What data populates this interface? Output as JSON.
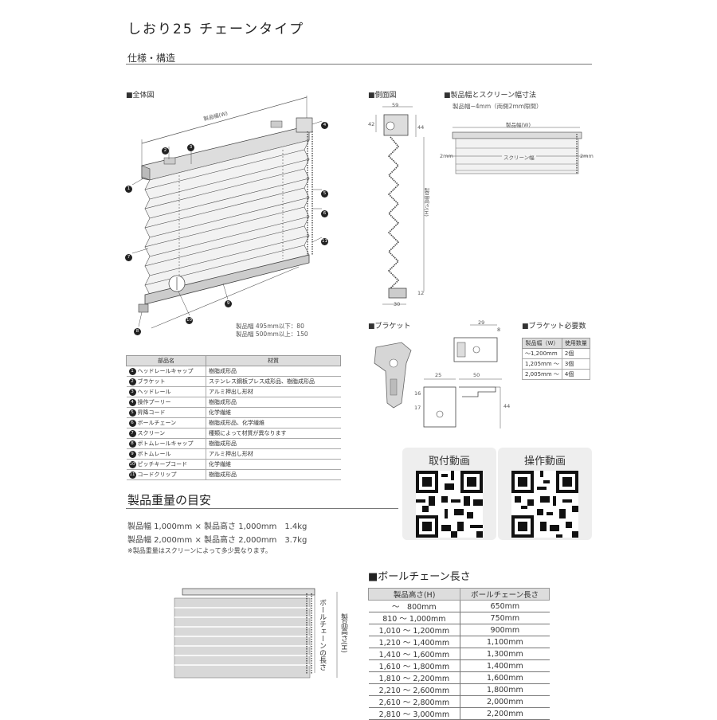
{
  "title": "しおり25 チェーンタイプ",
  "section": "仕様・構造",
  "labels": {
    "full_view": "■全体図",
    "side_view": "■側面図",
    "width_section": "■製品幅とスクリーン幅寸法",
    "width_note": "製品幅−4mm（両側2mm隙間）",
    "product_width_w": "製品幅(W)",
    "screen_width": "スクリーン幅",
    "two_mm_left": "2mm",
    "two_mm_right": "2mm",
    "bracket": "■ブラケット",
    "bracket_required": "■ブラケット必要数",
    "height_h": "製品高さ(H)",
    "chain_length_vertical": "ボールチェーンの長さ",
    "product_height_vertical": "製品高さ(H)",
    "width_note_small": "製品幅 495mm以下：80",
    "width_note_large": "製品幅 500mm以上：150"
  },
  "side_dims": {
    "d59": "59",
    "d42": "42",
    "d44": "44",
    "d12": "12",
    "d30": "30"
  },
  "bracket_dims": {
    "d29": "29",
    "d8": "8",
    "d25": "25",
    "d50": "50",
    "d17": "17",
    "d16": "16",
    "d44": "44"
  },
  "callouts": [
    "1",
    "2",
    "3",
    "4",
    "5",
    "6",
    "7",
    "8",
    "9",
    "10",
    "11"
  ],
  "parts_table": {
    "headers": [
      "部品名",
      "材質"
    ],
    "rows": [
      {
        "n": "1",
        "name": "ヘッドレールキャップ",
        "material": "樹脂成形品"
      },
      {
        "n": "2",
        "name": "ブラケット",
        "material": "ステンレス鋼板プレス成形品、樹脂成形品"
      },
      {
        "n": "3",
        "name": "ヘッドレール",
        "material": "アルミ押出し形材"
      },
      {
        "n": "4",
        "name": "操作プーリー",
        "material": "樹脂成形品"
      },
      {
        "n": "5",
        "name": "昇降コード",
        "material": "化学繊維"
      },
      {
        "n": "6",
        "name": "ボールチェーン",
        "material": "樹脂成形品、化学繊維"
      },
      {
        "n": "7",
        "name": "スクリーン",
        "material": "種類によって材質が異なります"
      },
      {
        "n": "8",
        "name": "ボトムレールキャップ",
        "material": "樹脂成形品"
      },
      {
        "n": "9",
        "name": "ボトムレール",
        "material": "アルミ押出し形材"
      },
      {
        "n": "10",
        "name": "ピッチキープコード",
        "material": "化学繊維"
      },
      {
        "n": "11",
        "name": "コードクリップ",
        "material": "樹脂成形品"
      }
    ]
  },
  "bracket_table": {
    "headers": [
      "製品幅（W）",
      "使用数量"
    ],
    "rows": [
      {
        "w": "〜1,200mm",
        "q": "2個"
      },
      {
        "w": "1,205mm 〜",
        "q": "3個"
      },
      {
        "w": "2,005mm 〜",
        "q": "4個"
      }
    ]
  },
  "qr": [
    {
      "label": "取付動画"
    },
    {
      "label": "操作動画"
    }
  ],
  "weight": {
    "heading": "製品重量の目安",
    "lines": [
      "製品幅 1,000mm × 製品高さ 1,000mm　1.4kg",
      "製品幅 2,000mm × 製品高さ 2,000mm　3.7kg"
    ],
    "note": "※製品重量はスクリーンによって多少異なります。"
  },
  "chain": {
    "heading": "■ボールチェーン長さ",
    "headers": [
      "製品高さ(H)",
      "ボールチェーン長さ"
    ],
    "rows": [
      {
        "h": "〜　800mm",
        "len": "650mm"
      },
      {
        "h": "810 〜 1,000mm",
        "len": "750mm"
      },
      {
        "h": "1,010 〜 1,200mm",
        "len": "900mm"
      },
      {
        "h": "1,210 〜 1,400mm",
        "len": "1,100mm"
      },
      {
        "h": "1,410 〜 1,600mm",
        "len": "1,300mm"
      },
      {
        "h": "1,610 〜 1,800mm",
        "len": "1,400mm"
      },
      {
        "h": "1,810 〜 2,200mm",
        "len": "1,600mm"
      },
      {
        "h": "2,210 〜 2,600mm",
        "len": "1,800mm"
      },
      {
        "h": "2,610 〜 2,800mm",
        "len": "2,000mm"
      },
      {
        "h": "2,810 〜 3,000mm",
        "len": "2,200mm"
      }
    ]
  }
}
